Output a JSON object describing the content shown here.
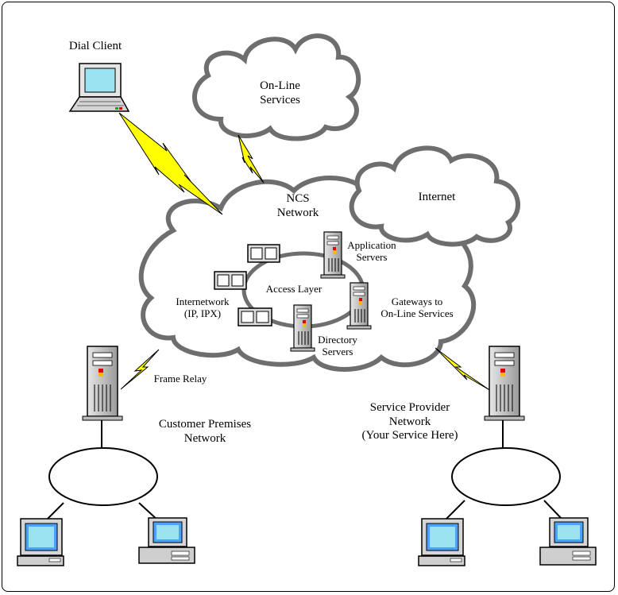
{
  "labels": {
    "dial_client": "Dial Client",
    "online_services": "On-Line\nServices",
    "ncs_network": "NCS\nNetwork",
    "internet": "Internet",
    "application_servers": "Application\nServers",
    "access_layer": "Access Layer",
    "internetwork": "Internetwork\n(IP, IPX)",
    "gateways": "Gateways to\nOn-Line Services",
    "directory_servers": "Directory\nServers",
    "frame_relay": "Frame Relay",
    "customer_premises": "Customer Premises\nNetwork",
    "service_provider": "Service Provider\nNetwork\n(Your Service Here)"
  },
  "colors": {
    "cloud_stroke": "#6e6e6e",
    "lightning": "#ffff00",
    "screen": "#9be3f0",
    "screen_blue": "#4aa3ff",
    "case": "#c8c8c8",
    "led_green": "#00b000",
    "led_red": "#e00000",
    "led_yellow": "#f0c000"
  }
}
